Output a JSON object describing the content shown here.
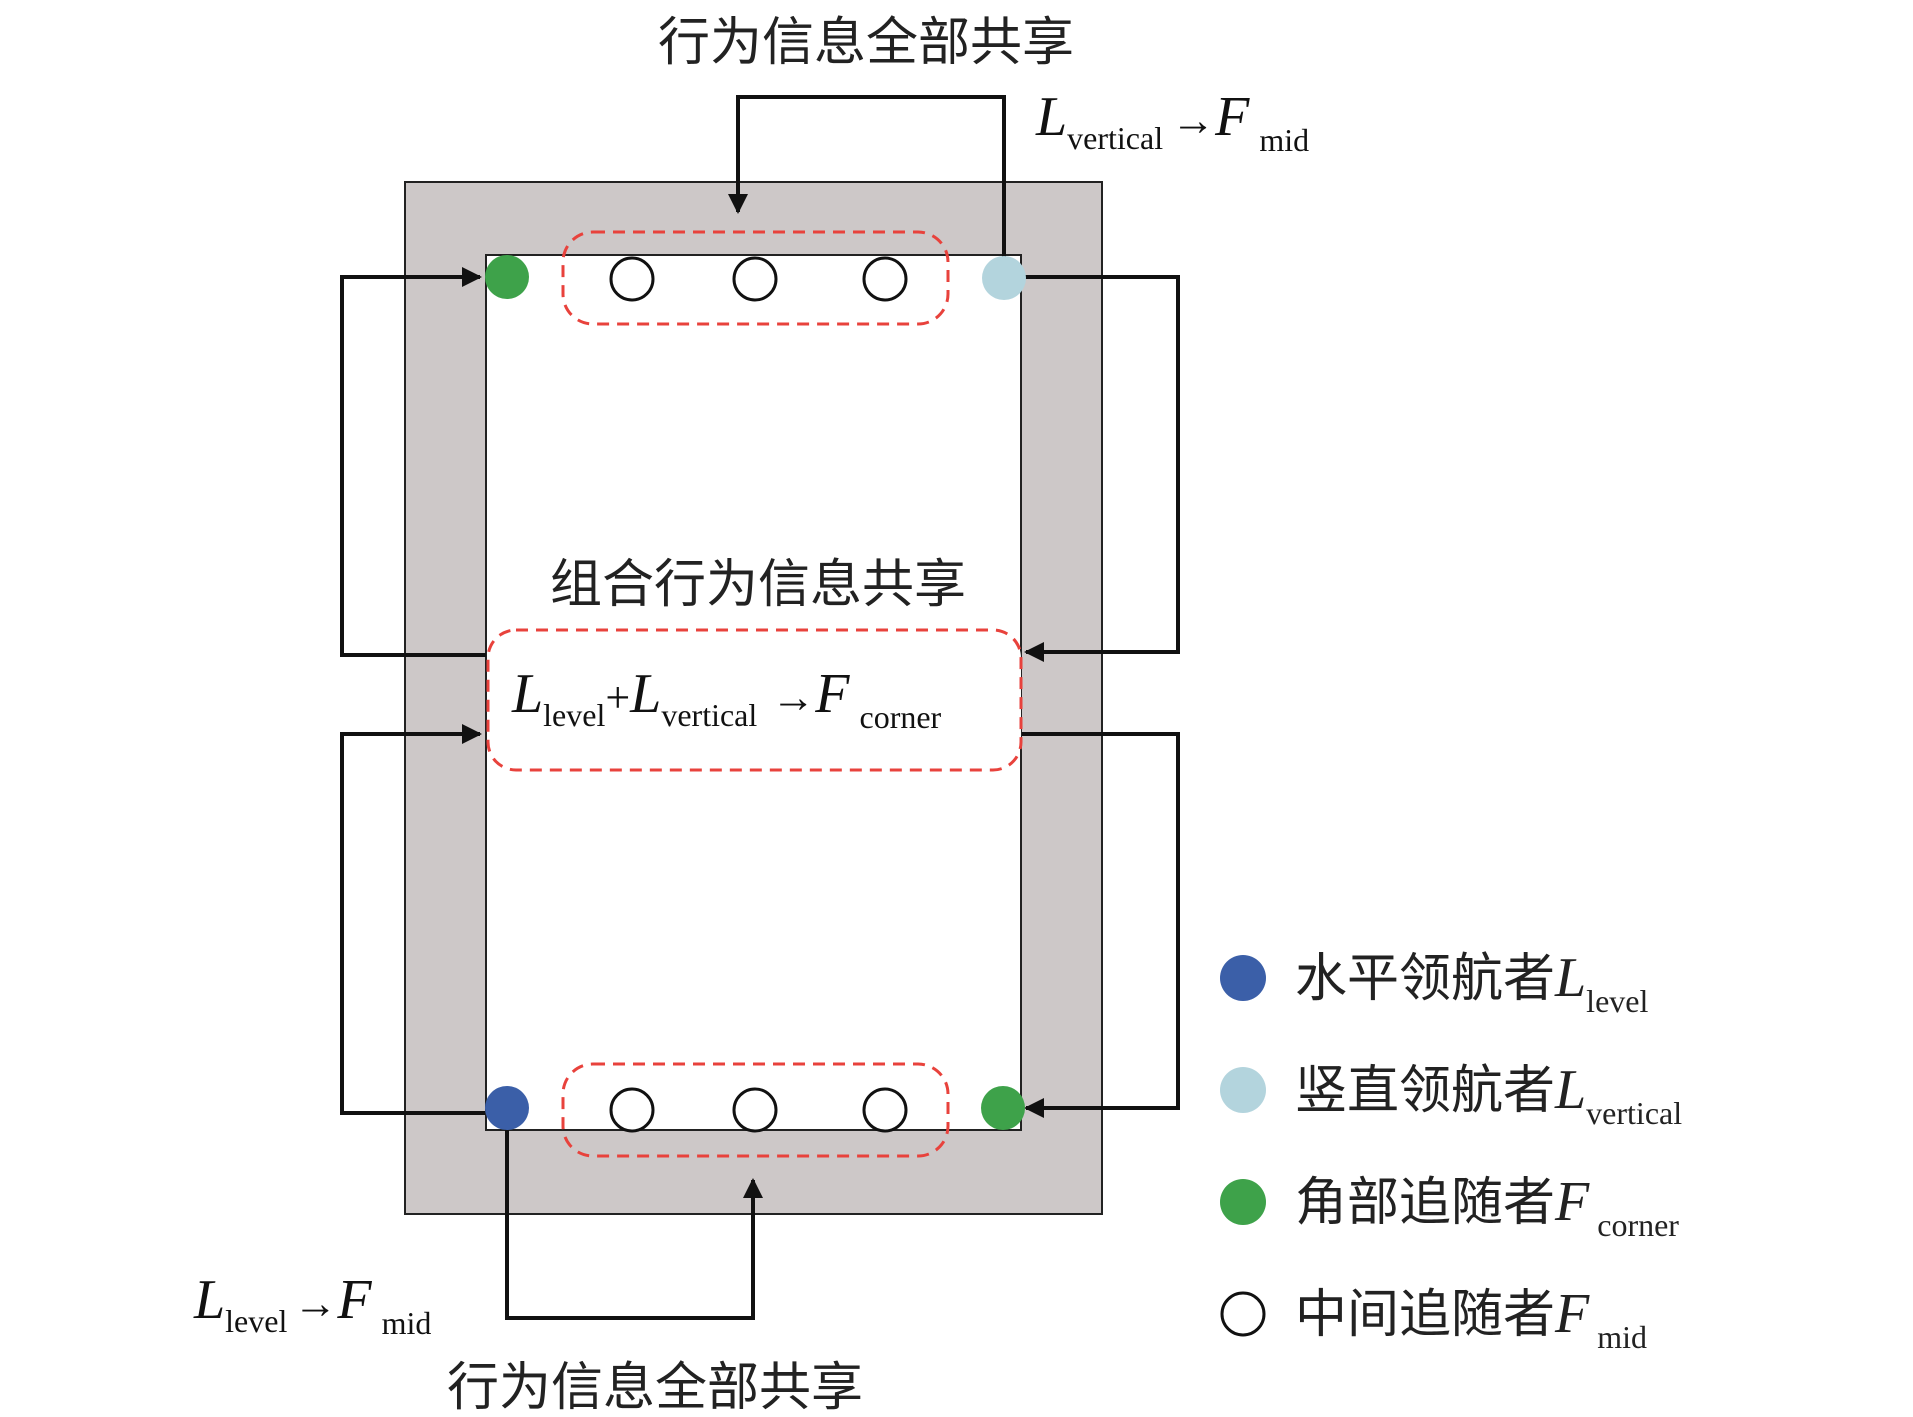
{
  "labels": {
    "top_share": "行为信息全部共享",
    "bottom_share": "行为信息全部共享",
    "middle_share": "组合行为信息共享"
  },
  "formulas": {
    "vertical_to_mid": {
      "L": "L",
      "L_sub": "vertical",
      "arrow": "→",
      "F": "F",
      "F_sub": "mid"
    },
    "level_to_mid": {
      "L": "L",
      "L_sub": "level",
      "arrow": "→",
      "F": "F",
      "F_sub": "mid"
    },
    "combined": {
      "L1": "L",
      "L1_sub": "level",
      "plus": "+",
      "L2": "L",
      "L2_sub": "vertical",
      "arrow": "→",
      "F": "F",
      "F_sub": "corner"
    }
  },
  "legend": [
    {
      "label": "水平领航者",
      "sym": "L",
      "sub": "level",
      "color": "#3b5fa8",
      "hollow": false
    },
    {
      "label": "竖直领航者",
      "sym": "L",
      "sub": "vertical",
      "color": "#b3d4dd",
      "hollow": false
    },
    {
      "label": "角部追随者",
      "sym": "F",
      "sub": "corner",
      "color": "#3ea24a",
      "hollow": false
    },
    {
      "label": "中间追随者",
      "sym": "F",
      "sub": "mid",
      "color": "#ffffff",
      "hollow": true
    }
  ],
  "colors": {
    "frame": "#cdc8c8",
    "dashed": "#e8423c",
    "arrow": "#111111"
  }
}
